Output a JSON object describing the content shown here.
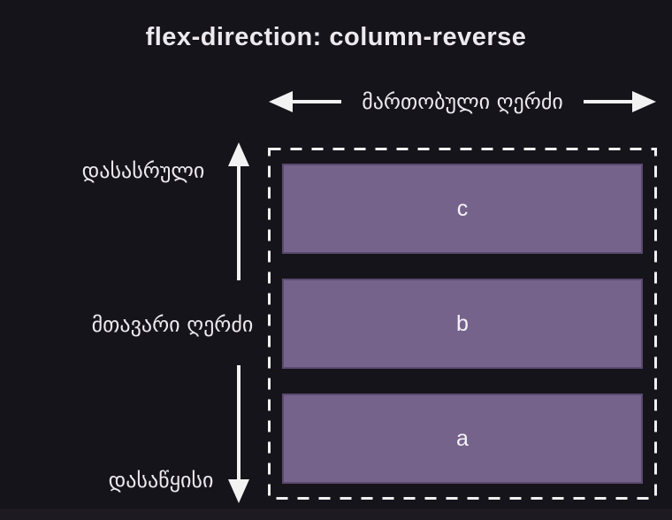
{
  "title": "flex-direction: column-reverse",
  "cross_axis": {
    "label": "მართობული ღერძი"
  },
  "main_axis": {
    "end_label": "დასასრული",
    "label": "მთავარი ღერძი",
    "start_label": "დასაწყისი"
  },
  "flex_container": {
    "items": [
      "a",
      "b",
      "c"
    ]
  },
  "colors": {
    "background": "#16141b",
    "item_fill": "#76638c",
    "item_border": "#5a4a6e",
    "item_text": "#f5f3f7",
    "axis_text": "#eceaee",
    "dashed_border": "#f0f0f0",
    "arrow": "#f2f2f2",
    "footer_strip": "#1d1a21"
  }
}
